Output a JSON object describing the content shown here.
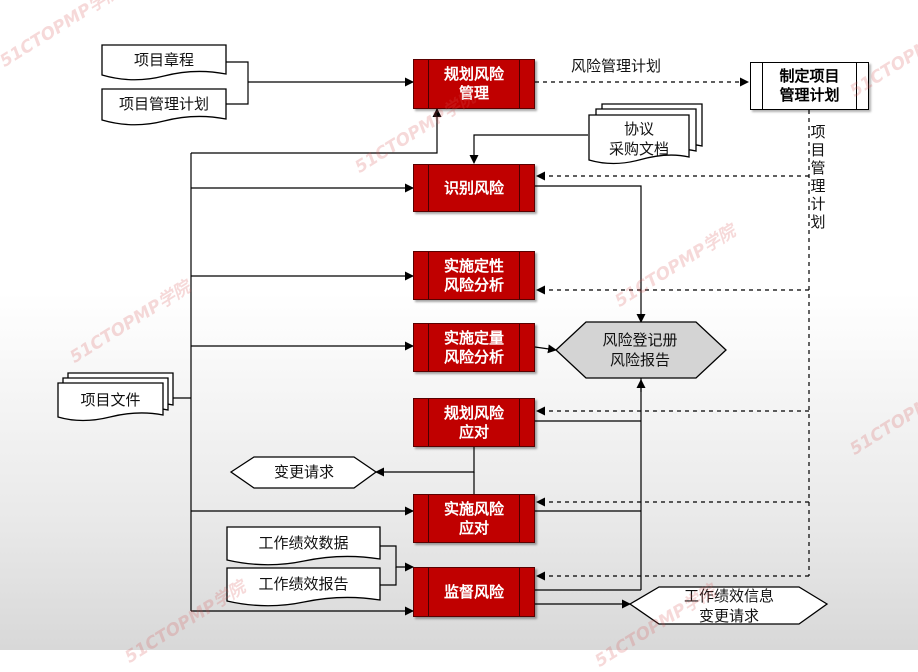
{
  "watermark": "51CTOPMP学院",
  "processes": {
    "plan_risk_mgmt": "规划风险\n管理",
    "identify_risks": "识别风险",
    "qualitative": "实施定性\n风险分析",
    "quantitative": "实施定量\n风险分析",
    "plan_responses": "规划风险\n应对",
    "implement_responses": "实施风险\n应对",
    "monitor_risks": "监督风险"
  },
  "external_process": "制定项目\n管理计划",
  "documents": {
    "project_charter": "项目章程",
    "project_mgmt_plan": "项目管理计划",
    "agreements": "协议\n采购文档",
    "project_documents": "项目文件",
    "work_perf_data": "工作绩效数据",
    "work_perf_reports": "工作绩效报告"
  },
  "outputs": {
    "risk_register": "风险登记册\n风险报告",
    "change_requests": "变更请求",
    "work_perf_info": "工作绩效信息\n变更请求"
  },
  "flow_labels": {
    "risk_mgmt_plan": "风险管理计划",
    "project_mgmt_plan_vertical": "项目管理计划"
  }
}
